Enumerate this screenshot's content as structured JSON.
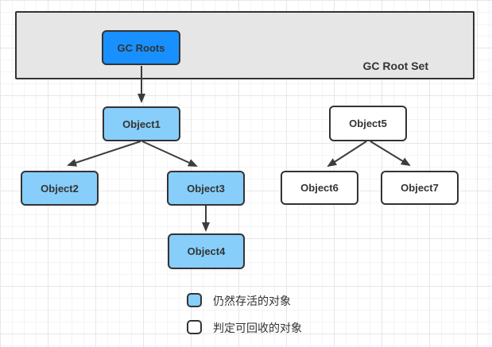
{
  "container": {
    "label": "GC Root Set",
    "fill": "#E6E6E6"
  },
  "nodes": {
    "gc_roots": {
      "label": "GC Roots",
      "type": "root"
    },
    "object1": {
      "label": "Object1",
      "type": "alive"
    },
    "object2": {
      "label": "Object2",
      "type": "alive"
    },
    "object3": {
      "label": "Object3",
      "type": "alive"
    },
    "object4": {
      "label": "Object4",
      "type": "alive"
    },
    "object5": {
      "label": "Object5",
      "type": "recyclable"
    },
    "object6": {
      "label": "Object6",
      "type": "recyclable"
    },
    "object7": {
      "label": "Object7",
      "type": "recyclable"
    }
  },
  "edges": [
    {
      "from": "gc_roots",
      "to": "object1"
    },
    {
      "from": "object1",
      "to": "object2"
    },
    {
      "from": "object1",
      "to": "object3"
    },
    {
      "from": "object3",
      "to": "object4"
    },
    {
      "from": "object5",
      "to": "object6"
    },
    {
      "from": "object5",
      "to": "object7"
    }
  ],
  "legend": {
    "alive_label": "仍然存活的对象",
    "recyclable_label": "判定可回收的对象"
  },
  "colors": {
    "root_fill": "#1890FF",
    "alive_fill": "#87CEFA",
    "recyclable_fill": "#FFFFFF",
    "container_fill": "#E6E6E6",
    "stroke": "#333333",
    "edge": "#3C3C3C",
    "grid_minor": "#F4F4F6",
    "grid_major": "#E7E7EA"
  }
}
